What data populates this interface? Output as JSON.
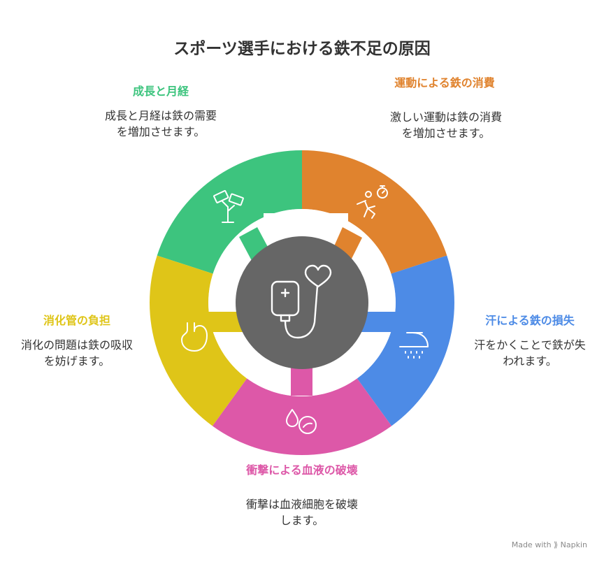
{
  "title": "スポーツ選手における鉄不足の原因",
  "center": {
    "icon": "iv-bag-heart-icon",
    "color": "#666666"
  },
  "segments": [
    {
      "id": "growth",
      "label": "成長と月経",
      "description": "成長と月経は鉄の需要を増加させます。",
      "color": "#3dc47e",
      "icon": "plant-money-icon"
    },
    {
      "id": "exercise",
      "label": "運動による鉄の消費",
      "description": "激しい運動は鉄の消費を増加させます。",
      "color": "#e0832e",
      "icon": "runner-stopwatch-icon"
    },
    {
      "id": "sweat",
      "label": "汗による鉄の損失",
      "description": "汗をかくことで鉄が失われます。",
      "color": "#4d8be6",
      "icon": "iron-steam-icon"
    },
    {
      "id": "impact",
      "label": "衝撃による血液の破壊",
      "description": "衝撃は血液細胞を破壊します。",
      "color": "#dd58a8",
      "icon": "drop-blood-cell-icon"
    },
    {
      "id": "digestion",
      "label": "消化管の負担",
      "description": "消化の問題は鉄の吸収を妨げます。",
      "color": "#dfc518",
      "icon": "stomach-icon"
    }
  ],
  "watermark": "Made with ⟫ Napkin"
}
